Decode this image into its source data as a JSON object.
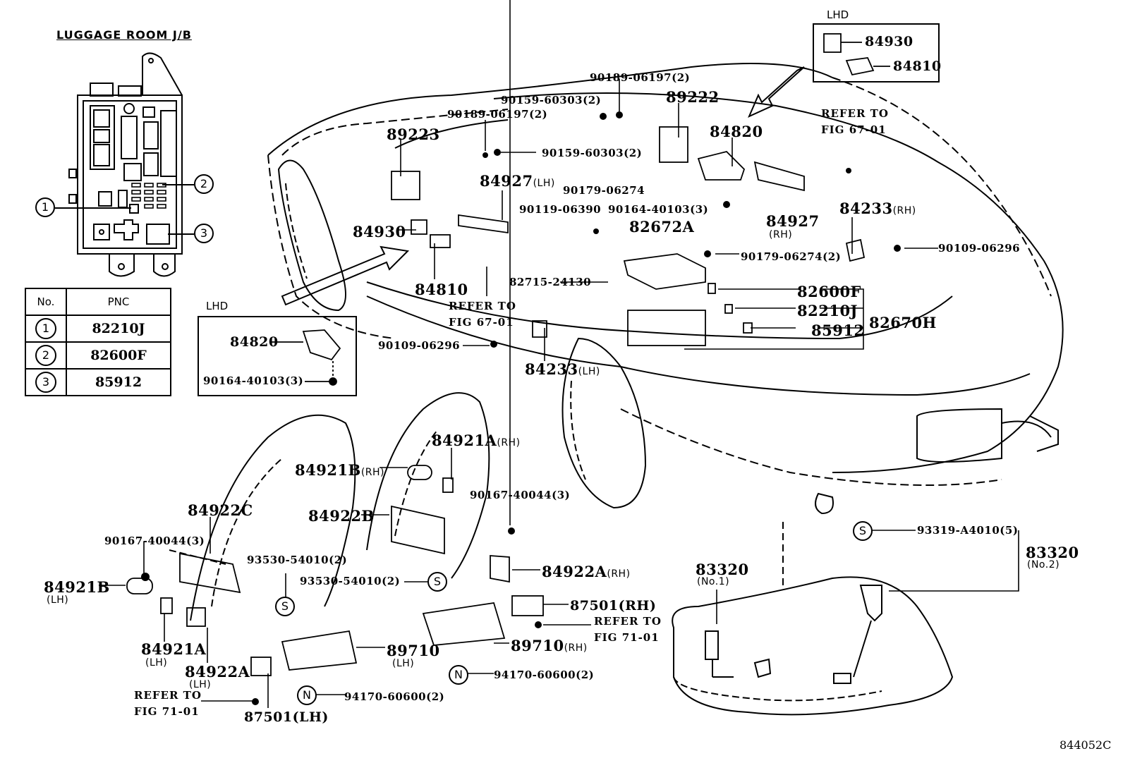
{
  "junction_box": {
    "title": "LUGGAGE ROOM J/B",
    "callouts": [
      "1",
      "2",
      "3"
    ]
  },
  "pnc_table": {
    "headers": [
      "No.",
      "PNC"
    ],
    "rows": [
      {
        "no": "1",
        "pnc": "82210J"
      },
      {
        "no": "2",
        "pnc": "82600F"
      },
      {
        "no": "3",
        "pnc": "85912"
      }
    ]
  },
  "lhd_inset_left": {
    "title": "LHD",
    "parts": [
      "84820",
      "90164-40103(3)"
    ]
  },
  "lhd_inset_right": {
    "title": "LHD",
    "parts": [
      "84930",
      "84810"
    ]
  },
  "labels": {
    "p90189_top": "90189-06197(2)",
    "p89222": "89222",
    "p90159_top": "90159-60303(2)",
    "p90189_mid": "90189-06197(2)",
    "p89223": "89223",
    "p90159_mid": "90159-60303(2)",
    "p84820": "84820",
    "p84927_lh": "84927",
    "p84927_lh_side": "(LH)",
    "p90179_a": "90179-06274",
    "p90119": "90119-06390",
    "p90164": "90164-40103(3)",
    "p82672A": "82672A",
    "p84927_rh": "84927",
    "p84927_rh_side": "(RH)",
    "p84233_rh": "84233",
    "p84233_rh_side": "(RH)",
    "p84930": "84930",
    "p84810": "84810",
    "p82715": "82715-24130",
    "p90179_b": "90179-06274(2)",
    "p90109_rh": "90109-06296",
    "p82600F": "82600F",
    "p82210J": "82210J",
    "p85912": "85912",
    "p82670H": "82670H",
    "p90109_lh": "90109-06296",
    "p84233_lh": "84233",
    "p84233_lh_side": "(LH)",
    "p84921A_rh": "84921A",
    "p84921A_rh_side": "(RH)",
    "p84921B_rh": "84921B",
    "p84921B_rh_side": "(RH)",
    "p90167_rh": "90167-40044(3)",
    "p84922C": "84922C",
    "p84922B": "84922B",
    "p90167_lh": "90167-40044(3)",
    "p93530_a": "93530-54010(2)",
    "p93530_b": "93530-54010(2)",
    "p84922A_rh": "84922A",
    "p84922A_rh_side": "(RH)",
    "p84921B_lh": "84921B",
    "p84921B_lh_side": "(LH)",
    "p87501_rh": "87501(RH)",
    "p89710_rh": "89710",
    "p89710_rh_side": "(RH)",
    "p84921A_lh": "84921A",
    "p84921A_lh_side": "(LH)",
    "p84922A_lh": "84922A",
    "p84922A_lh_side": "(LH)",
    "p89710_lh": "89710",
    "p89710_lh_side": "(LH)",
    "p94170_rh": "94170-60600(2)",
    "p94170_lh": "94170-60600(2)",
    "p87501_lh": "87501(LH)",
    "p83320_no1": "83320",
    "p83320_no1_side": "(No.1)",
    "p93319": "93319-A4010(5)",
    "p83320_no2": "83320",
    "p83320_no2_side": "(No.2)"
  },
  "refer_notes": {
    "fig67_top": "REFER TO\nFIG 67-01",
    "fig67_mid": "REFER TO\nFIG 67-01",
    "fig71_rh": "REFER TO\nFIG 71-01",
    "fig71_lh": "REFER TO\nFIG 71-01"
  },
  "symbols": {
    "S": "S",
    "N": "N"
  },
  "figure_id": "844052C"
}
